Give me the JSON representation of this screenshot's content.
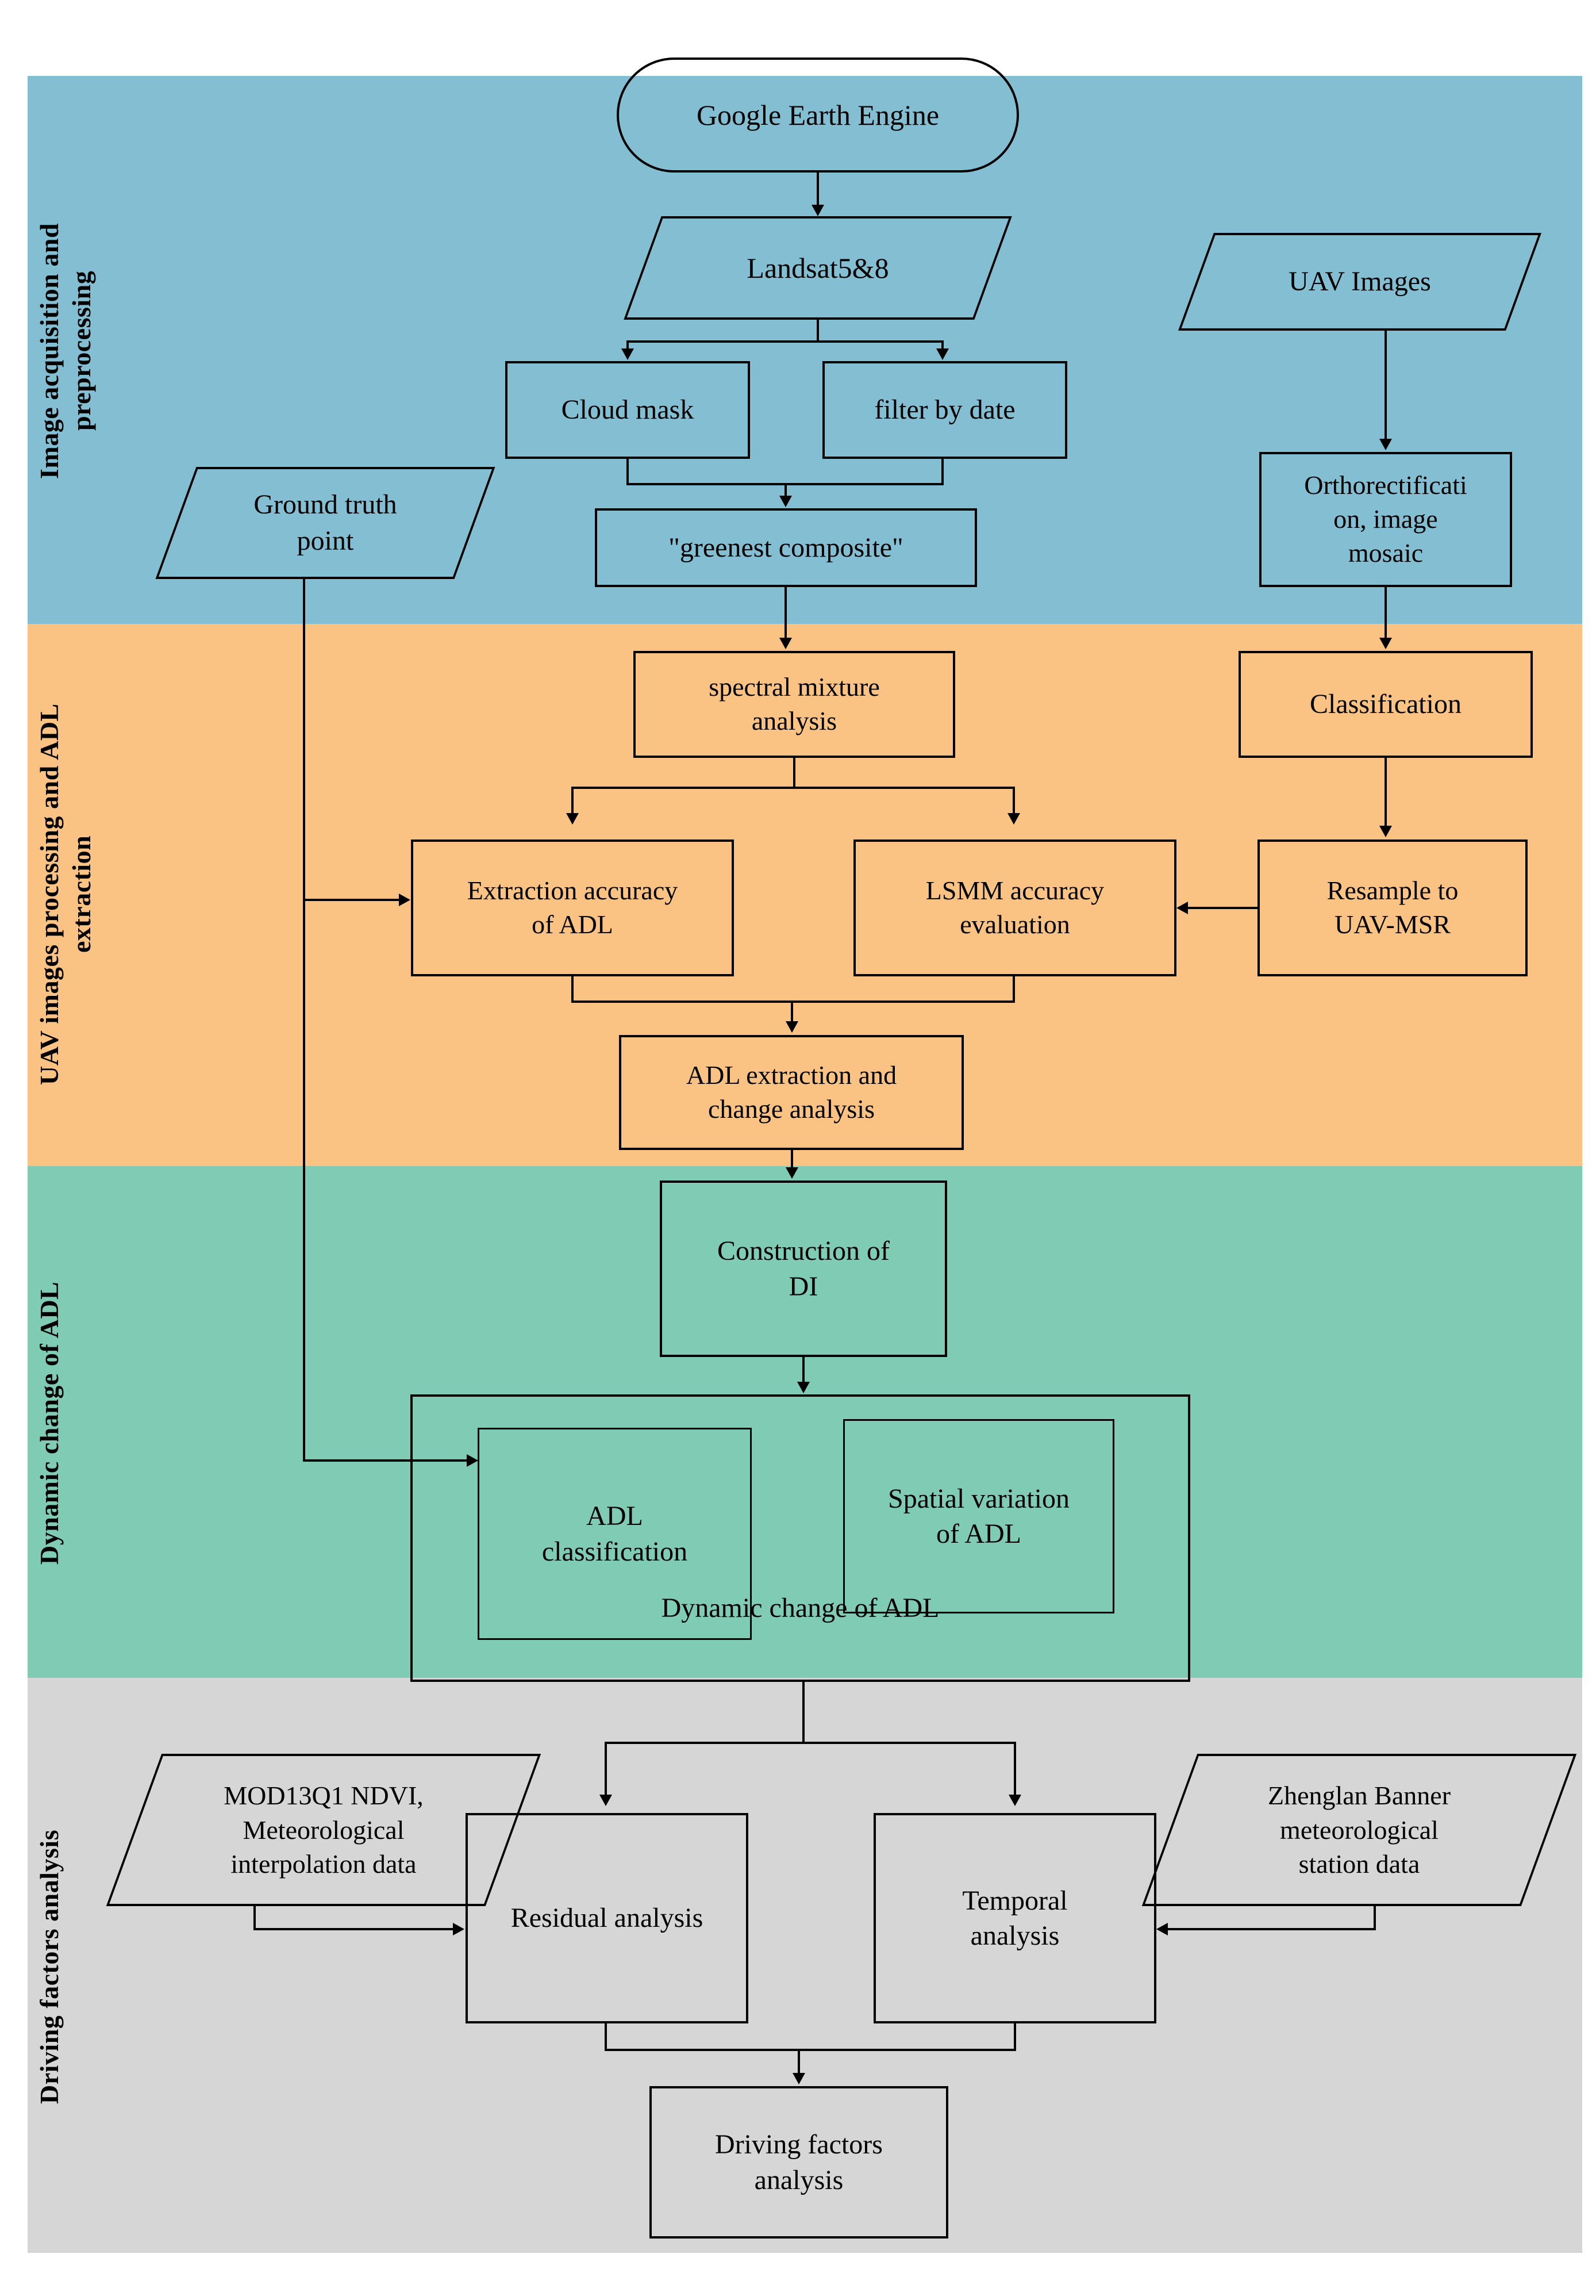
{
  "figure": {
    "type": "flowchart",
    "orientation": "top-to-bottom",
    "background": "#ffffff"
  },
  "bands": [
    {
      "id": "acquisition",
      "label": "Image acquisition and\npreprocessing",
      "color": "#84bed2"
    },
    {
      "id": "uav",
      "label": "UAV images processing and ADL\nextraction",
      "color": "#fbc383"
    },
    {
      "id": "dynamic",
      "label": "Dynamic change of ADL",
      "color": "#7fcbb4"
    },
    {
      "id": "driving",
      "label": "Driving factors analysis",
      "color": "#d6d6d6"
    }
  ],
  "nodes": {
    "google_earth_engine": "Google Earth Engine",
    "landsat": "Landsat5&8",
    "uav_images": "UAV Images",
    "cloud_mask": "Cloud mask",
    "filter_by_date": "filter by date",
    "orthorectification": "Orthorectificati\non, image\nmosaic",
    "ground_truth_point": "Ground truth\npoint",
    "greenest_composite": "\"greenest composite\"",
    "spectral_mixture": "spectral mixture\nanalysis",
    "classification": "Classification",
    "extraction_accuracy": "Extraction accuracy\nof ADL",
    "lsmm_accuracy": "LSMM accuracy\nevaluation",
    "resample_uav_msr": "Resample to\nUAV-MSR",
    "adl_extraction": "ADL extraction and\nchange analysis",
    "construction_di": "Construction of\nDI",
    "adl_classification": "ADL\nclassification",
    "spatial_variation": "Spatial variation\nof ADL",
    "dynamic_change_group": "Dynamic change of ADL",
    "mod13q1": "MOD13Q1 NDVI,\nMeteorological\ninterpolation data",
    "zhenglan_banner": "Zhenglan Banner\nmeteorological\nstation data",
    "residual_analysis": "Residual analysis",
    "temporal_analysis": "Temporal\nanalysis",
    "driving_factors": "Driving factors\nanalysis"
  },
  "edges": [
    {
      "from": "google_earth_engine",
      "to": "landsat"
    },
    {
      "from": "landsat",
      "to": "cloud_mask"
    },
    {
      "from": "landsat",
      "to": "filter_by_date"
    },
    {
      "from": "cloud_mask",
      "to": "greenest_composite"
    },
    {
      "from": "filter_by_date",
      "to": "greenest_composite"
    },
    {
      "from": "greenest_composite",
      "to": "spectral_mixture"
    },
    {
      "from": "uav_images",
      "to": "orthorectification"
    },
    {
      "from": "orthorectification",
      "to": "classification"
    },
    {
      "from": "classification",
      "to": "resample_uav_msr"
    },
    {
      "from": "resample_uav_msr",
      "to": "lsmm_accuracy"
    },
    {
      "from": "spectral_mixture",
      "to": "extraction_accuracy"
    },
    {
      "from": "spectral_mixture",
      "to": "lsmm_accuracy"
    },
    {
      "from": "ground_truth_point",
      "to": "extraction_accuracy"
    },
    {
      "from": "ground_truth_point",
      "to": "adl_classification"
    },
    {
      "from": "extraction_accuracy",
      "to": "adl_extraction"
    },
    {
      "from": "lsmm_accuracy",
      "to": "adl_extraction"
    },
    {
      "from": "adl_extraction",
      "to": "construction_di"
    },
    {
      "from": "construction_di",
      "to": "dynamic_change_group"
    },
    {
      "from": "dynamic_change_group",
      "to": "residual_analysis"
    },
    {
      "from": "dynamic_change_group",
      "to": "temporal_analysis"
    },
    {
      "from": "mod13q1",
      "to": "residual_analysis"
    },
    {
      "from": "zhenglan_banner",
      "to": "temporal_analysis"
    },
    {
      "from": "residual_analysis",
      "to": "driving_factors"
    },
    {
      "from": "temporal_analysis",
      "to": "driving_factors"
    }
  ]
}
